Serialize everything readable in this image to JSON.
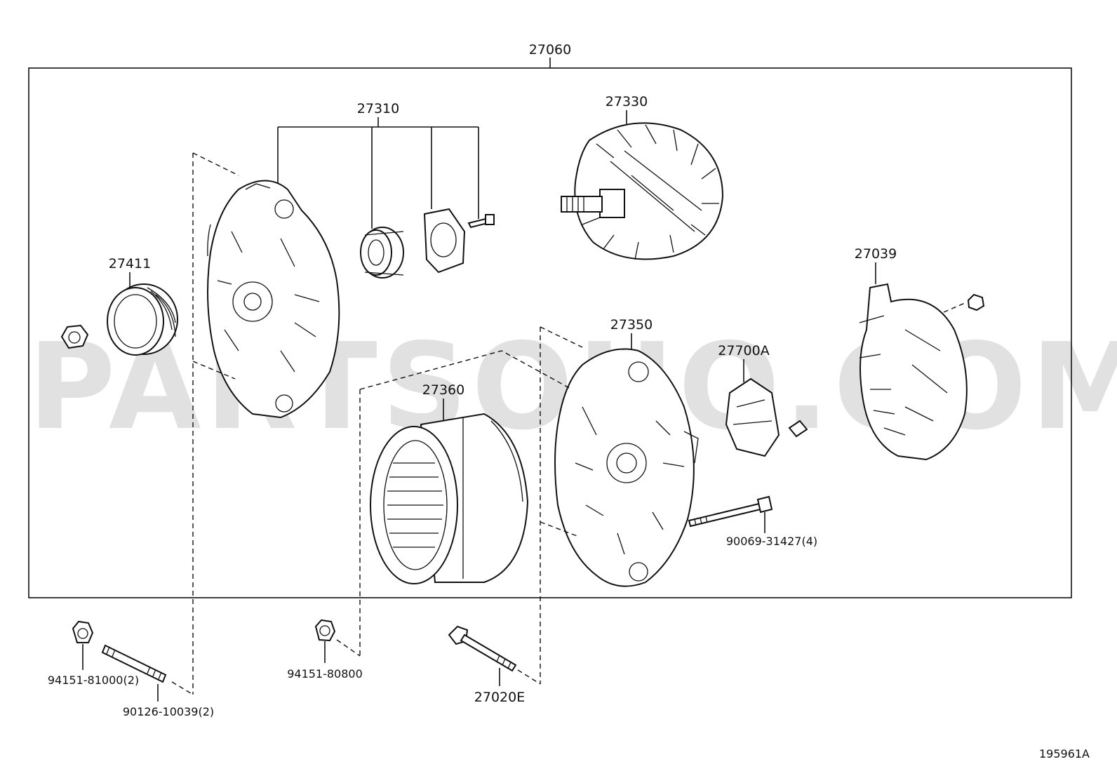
{
  "watermark": "PARTSOUQ.COM",
  "diagram_id": "195961A",
  "assembly_label": "27060",
  "parts": {
    "bracket_drive_end": "27310",
    "rotor": "27330",
    "pulley": "27411",
    "rectifier_end_frame": "27350",
    "stator": "27360",
    "brush_holder": "27700A",
    "rear_cover": "27039",
    "through_bolt": "90069-31427(4)",
    "nut_a": "94151-81000(2)",
    "stud": "90126-10039(2)",
    "nut_b": "94151-80800",
    "terminal_bolt": "27020E"
  }
}
